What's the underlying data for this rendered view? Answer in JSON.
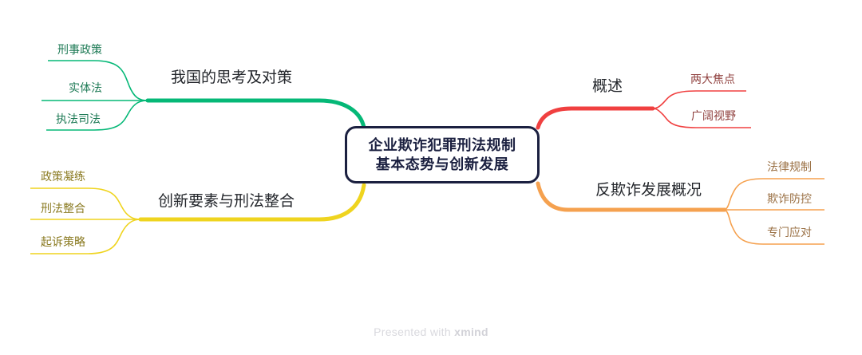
{
  "document": {
    "type": "mind-map",
    "background": "#ffffff"
  },
  "central": {
    "line1": "企业欺诈犯罪刑法规制",
    "line2": "基本态势与创新发展",
    "border_color": "#1b2040",
    "text_color": "#1b2040"
  },
  "branches": [
    {
      "id": "top-left",
      "label": "我国的思考及对策",
      "color": "#05b877",
      "sub_text_color": "#1d7a55",
      "side": "left",
      "subtopics": [
        {
          "label": "刑事政策"
        },
        {
          "label": "实体法"
        },
        {
          "label": "执法司法"
        }
      ]
    },
    {
      "id": "bottom-left",
      "label": "创新要素与刑法整合",
      "color": "#efd41f",
      "sub_text_color": "#8a7a20",
      "side": "left",
      "subtopics": [
        {
          "label": "政策凝练"
        },
        {
          "label": "刑法整合"
        },
        {
          "label": "起诉策略"
        }
      ]
    },
    {
      "id": "top-right",
      "label": "概述",
      "color": "#f04040",
      "sub_text_color": "#90413f",
      "side": "right",
      "subtopics": [
        {
          "label": "两大焦点"
        },
        {
          "label": "广阔视野"
        }
      ]
    },
    {
      "id": "bottom-right",
      "label": "反欺诈发展概况",
      "color": "#f5a14f",
      "sub_text_color": "#9a7044",
      "side": "right",
      "subtopics": [
        {
          "label": "法律规制"
        },
        {
          "label": "欺诈防控"
        },
        {
          "label": "专门应对"
        }
      ]
    }
  ],
  "footer": {
    "prefix": "Presented with ",
    "brand": "xmind"
  }
}
